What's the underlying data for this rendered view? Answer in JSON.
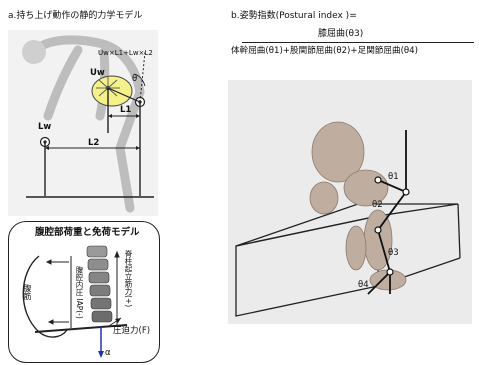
{
  "panel_a": {
    "title": "a.持ち上げ動作の静的力学モデル",
    "formula": "Uw×L1+Lw×L2",
    "uw_label": "Uw",
    "lw_label": "Lw",
    "theta_label": "θ",
    "l1_label": "L1",
    "l2_label": "L2"
  },
  "panel_b": {
    "title": "b.姿勢指数(Postural index )=",
    "numerator": "膝屈曲(θ3)",
    "denominator": "体幹屈曲(θ1)+股関節屈曲(θ2)+足関節屈曲(θ4)",
    "angles": [
      "θ1",
      "θ2",
      "θ3",
      "θ4"
    ]
  },
  "panel_c": {
    "title": "腹腔部荷重と免荷モデル",
    "muscle_label": "脊柱起立筋力(+)",
    "iap_label": "腹腔内圧 IAP(-)",
    "abdomen_label": "腹筋",
    "force_label": "圧迫力(F)",
    "alpha_label": "α"
  },
  "colors": {
    "trunk_ellipse": "#f4f08a",
    "figure_gray": "#c9c9c9",
    "bar_gray": "#8a8a8a",
    "arrow_blue": "#2233aa"
  }
}
